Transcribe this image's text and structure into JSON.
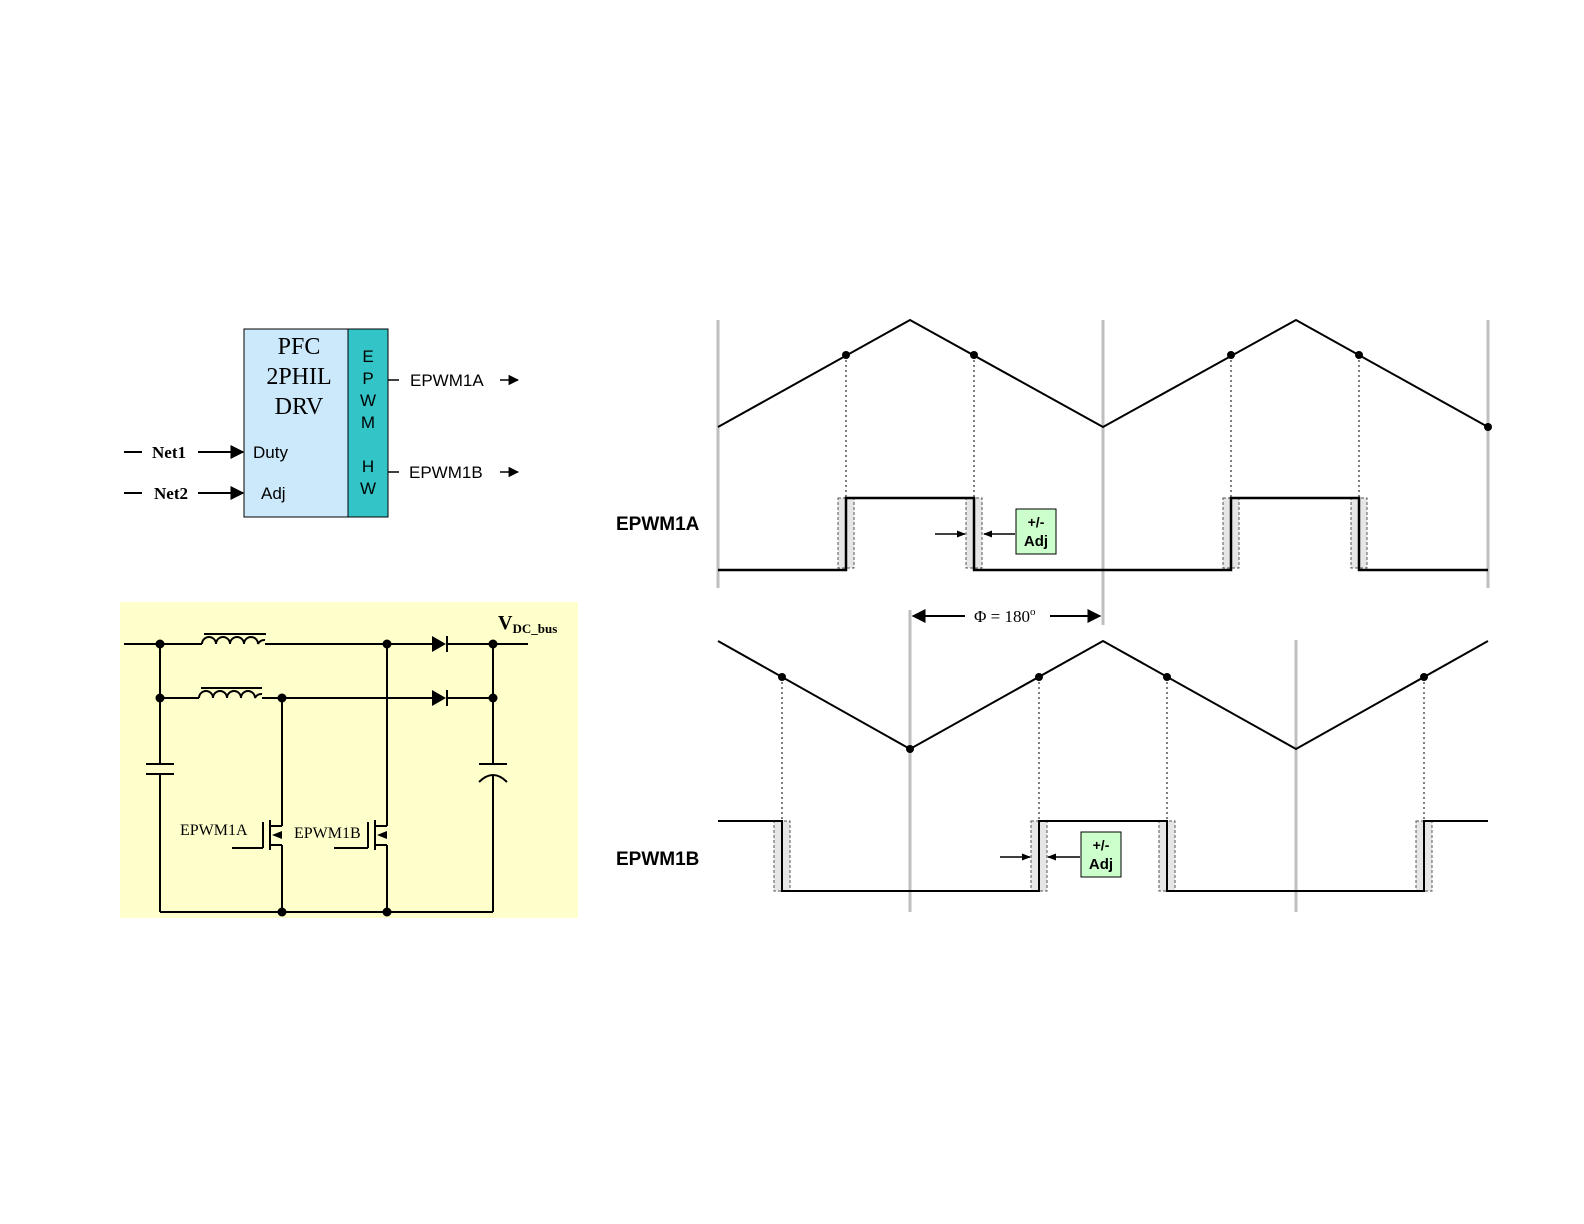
{
  "block": {
    "title_lines": [
      "PFC",
      "2PHIL",
      "DRV"
    ],
    "hw_letters": [
      "E",
      "P",
      "W",
      "M",
      "H",
      "W"
    ],
    "inputs": [
      {
        "net": "Net1",
        "port": "Duty"
      },
      {
        "net": "Net2",
        "port": "Adj"
      }
    ],
    "outputs": [
      "EPWM1A",
      "EPWM1B"
    ],
    "colors": {
      "main": "#cce9fb",
      "hw": "#33c4c8"
    }
  },
  "circuit": {
    "vdc_main": "V",
    "vdc_sub": "DC_bus",
    "switch_a": "EPWM1A",
    "switch_b": "EPWM1B",
    "colors": {
      "background": "#ffffcc"
    }
  },
  "timing": {
    "label_a": "EPWM1A",
    "label_b": "EPWM1B",
    "adj_line1": "+/-",
    "adj_line2": "Adj",
    "phase_label": "Φ = 180",
    "phase_deg": "o",
    "colors": {
      "adj_box": "#ccffcc",
      "period_line": "#bfbfbf"
    }
  }
}
